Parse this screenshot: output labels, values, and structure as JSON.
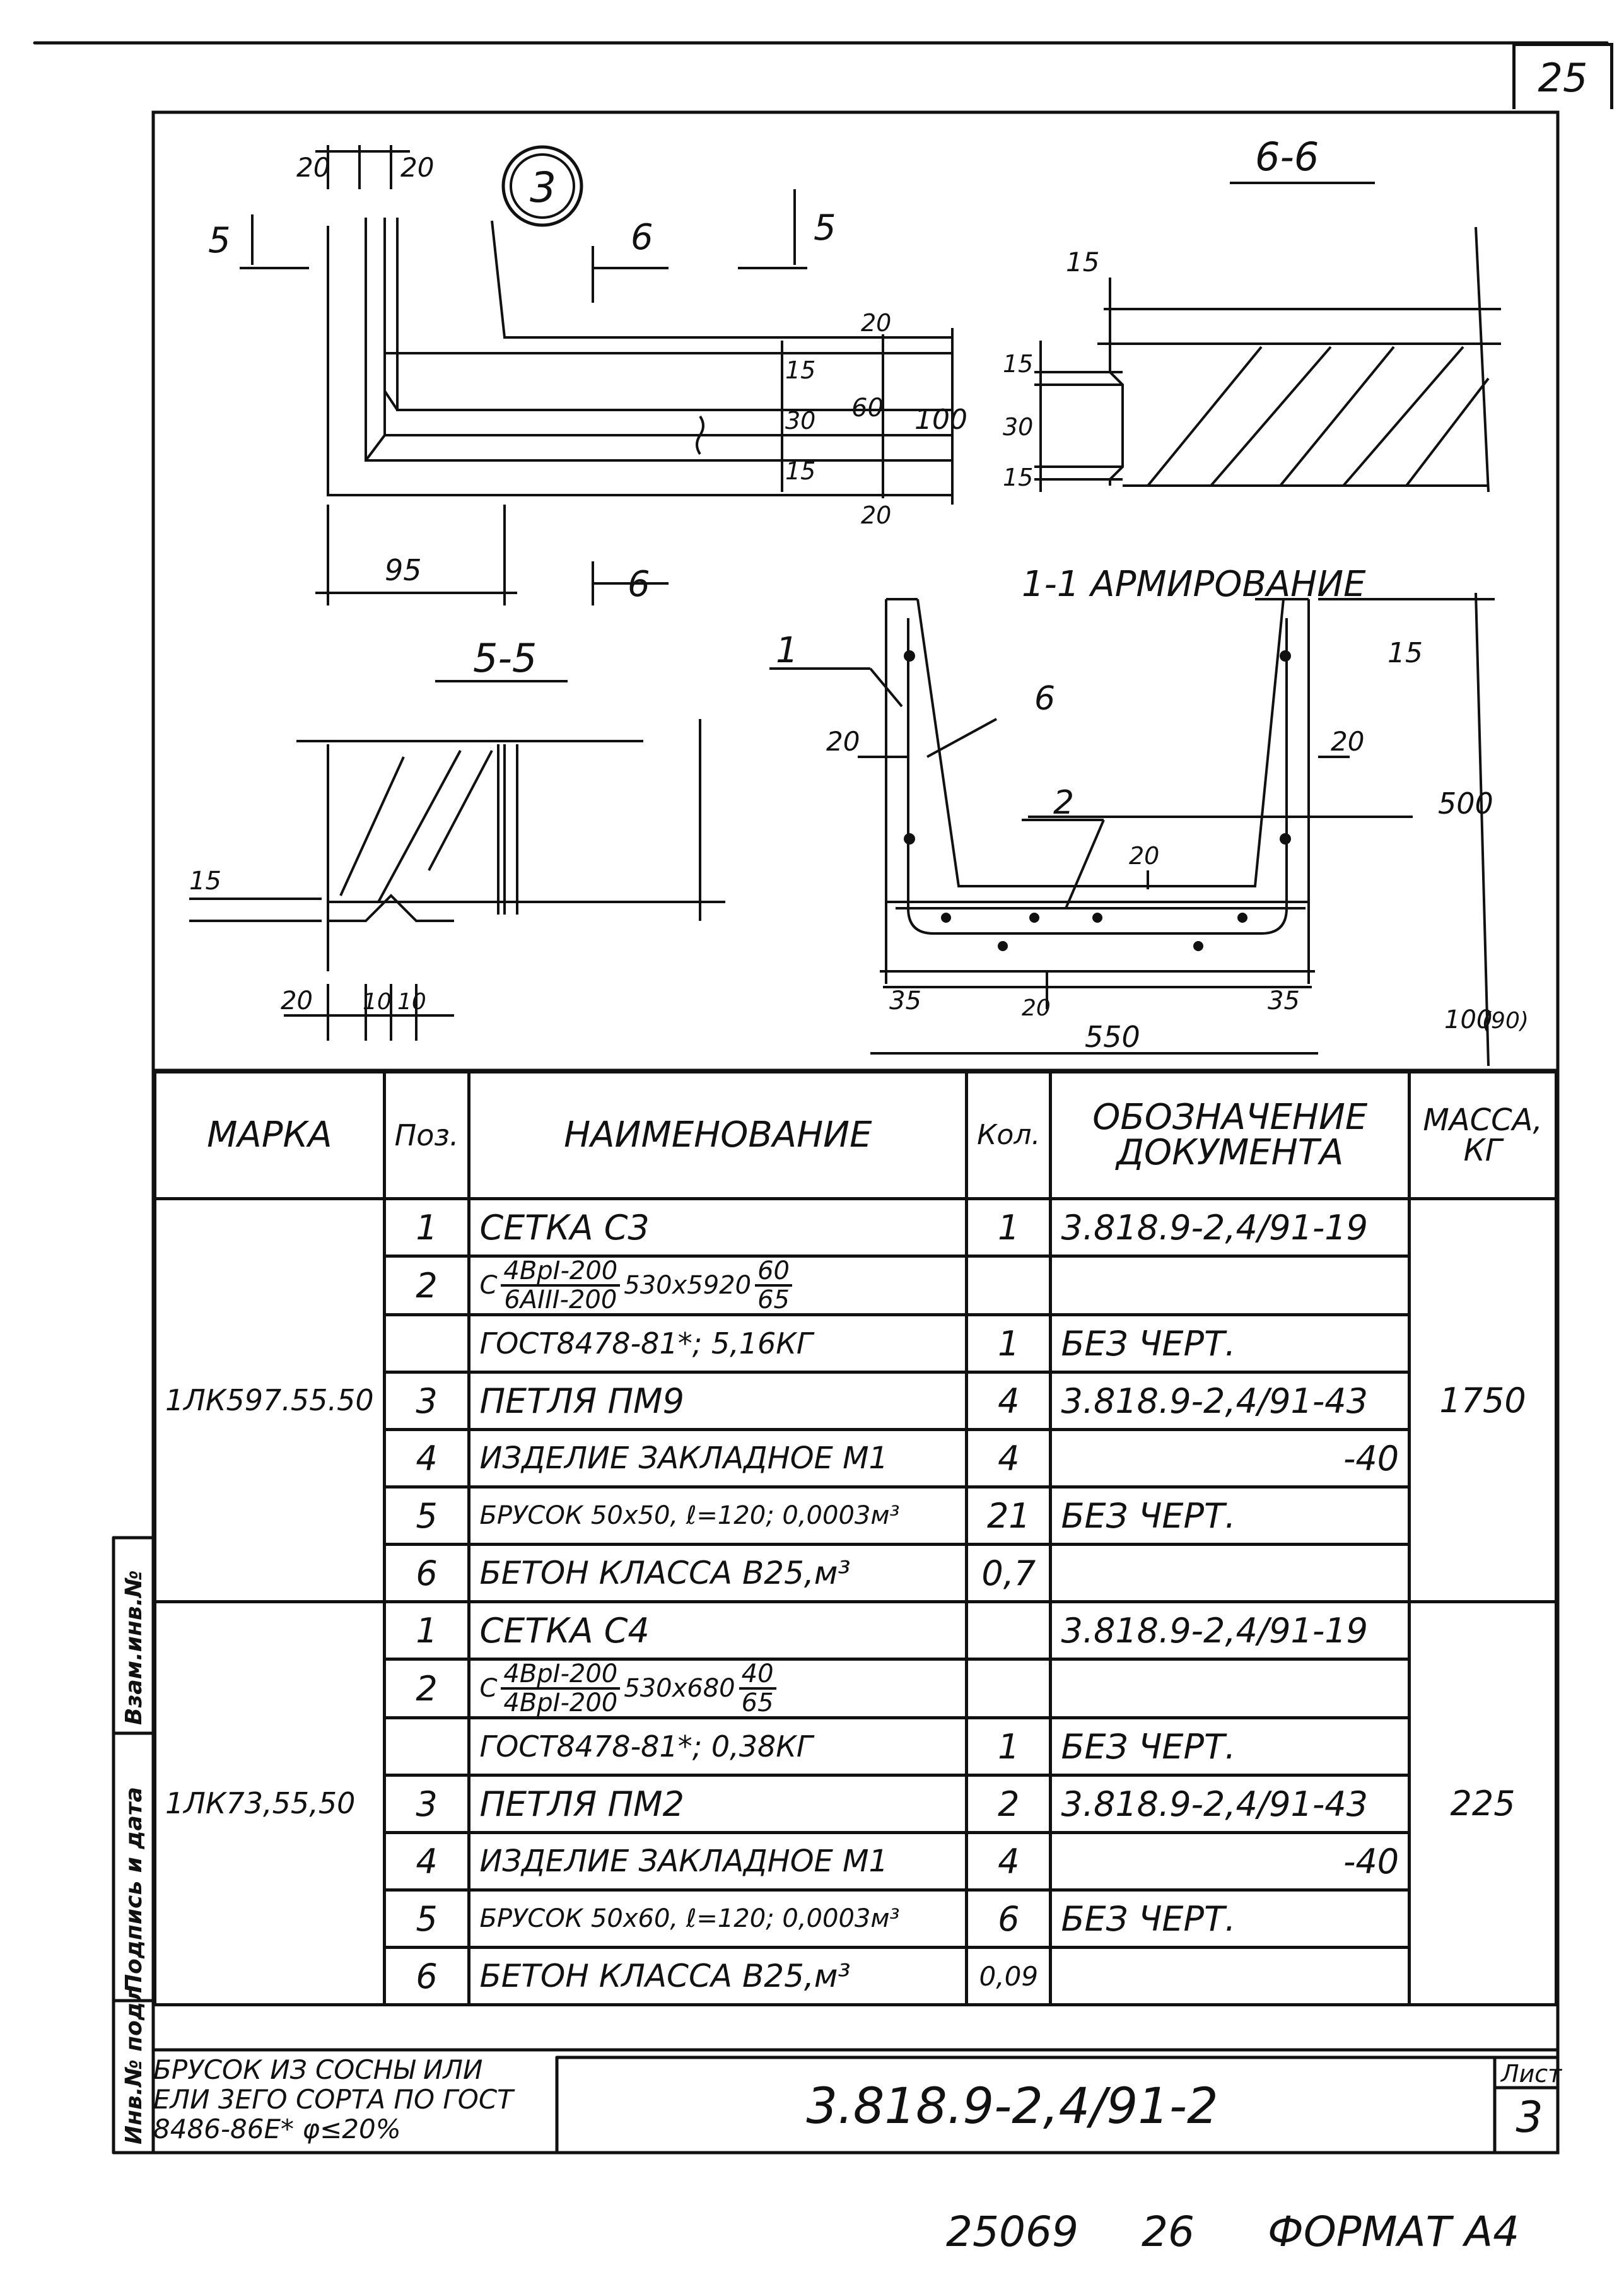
{
  "page_number": "25",
  "drawing": {
    "node_label": "3",
    "sections": {
      "s66": "6-6",
      "s11": "1-1 АРМИРОВАНИЕ",
      "s55": "5-5"
    },
    "cut_marks": {
      "five": "5",
      "six": "6"
    },
    "dims_top_left": {
      "d20a": "20",
      "d20b": "20",
      "d95": "95",
      "d20r1": "20",
      "d15r": "15",
      "d30r": "30",
      "d15r2": "15",
      "d20r2": "20",
      "d60": "60",
      "d100": "100"
    },
    "dims_66": {
      "d15top": "15",
      "d15a": "15",
      "d30": "30",
      "d15b": "15"
    },
    "dims_55": {
      "d15": "15",
      "d20": "20",
      "d10a": "10",
      "d10b": "10"
    },
    "dims_11": {
      "p1": "1",
      "p6": "6",
      "p2": "2",
      "d20l": "20",
      "d20r": "20",
      "d20m": "20",
      "d20b": "20",
      "d15": "15",
      "d500": "500",
      "d100": "100",
      "d90": "(90)",
      "d35l": "35",
      "d35r": "35",
      "d550": "550"
    }
  },
  "table": {
    "headers": {
      "mark": "МАРКА",
      "pos": "Поз.",
      "name": "НАИМЕНОВАНИЕ",
      "qty": "Кол.",
      "doc": "ОБОЗНАЧЕНИЕ ДОКУМЕНТА",
      "mass": "МАССА, КГ"
    },
    "group1": {
      "mark": "1ЛК597.55.50",
      "mass": "1750",
      "rows": [
        {
          "pos": "1",
          "name": "СЕТКА С3",
          "qty": "1",
          "doc": "3.818.9-2,4/91-19"
        },
        {
          "pos": "2",
          "name_prefix": "С",
          "frac1_num": "4ВрI-200",
          "frac1_den": "6АIII-200",
          "mid": "530х5920",
          "frac2_num": "60",
          "frac2_den": "65",
          "qty": "",
          "doc": ""
        },
        {
          "pos": "",
          "name": "ГОСТ8478-81*; 5,16КГ",
          "qty": "1",
          "doc": "БЕЗ ЧЕРТ."
        },
        {
          "pos": "3",
          "name": "ПЕТЛЯ ПМ9",
          "qty": "4",
          "doc": "3.818.9-2,4/91-43"
        },
        {
          "pos": "4",
          "name": "ИЗДЕЛИЕ ЗАКЛАДНОЕ М1",
          "qty": "4",
          "doc": "-40"
        },
        {
          "pos": "5",
          "name": "БРУСОК 50х50, ℓ=120; 0,0003м³",
          "qty": "21",
          "doc": "БЕЗ ЧЕРТ."
        },
        {
          "pos": "6",
          "name": "БЕТОН КЛАССА В25,м³",
          "qty": "0,7",
          "doc": ""
        }
      ]
    },
    "group2": {
      "mark": "1ЛК73,55,50",
      "mass": "225",
      "rows": [
        {
          "pos": "1",
          "name": "СЕТКА С4",
          "qty": "",
          "doc": "3.818.9-2,4/91-19"
        },
        {
          "pos": "2",
          "name_prefix": "С",
          "frac1_num": "4ВрI-200",
          "frac1_den": "4ВрI-200",
          "mid": "530х680",
          "frac2_num": "40",
          "frac2_den": "65",
          "qty": "",
          "doc": ""
        },
        {
          "pos": "",
          "name": "ГОСТ8478-81*; 0,38КГ",
          "qty": "1",
          "doc": "БЕЗ ЧЕРТ."
        },
        {
          "pos": "3",
          "name": "ПЕТЛЯ ПМ2",
          "qty": "2",
          "doc": "3.818.9-2,4/91-43"
        },
        {
          "pos": "4",
          "name": "ИЗДЕЛИЕ ЗАКЛАДНОЕ М1",
          "qty": "4",
          "doc": "-40"
        },
        {
          "pos": "5",
          "name": "БРУСОК 50х60, ℓ=120; 0,0003м³",
          "qty": "6",
          "doc": "БЕЗ ЧЕРТ."
        },
        {
          "pos": "6",
          "name": "БЕТОН КЛАССА В25,м³",
          "qty": "0,09",
          "doc": ""
        }
      ]
    }
  },
  "title_block": {
    "note_line1": "БРУСОК ИЗ СОСНЫ ИЛИ",
    "note_line2": "ЕЛИ 3ЕГО СОРТА ПО ГОСТ",
    "note_line3": "8486-86Е* φ≤20%",
    "code": "3.818.9-2,4/91-2",
    "sheet_label": "Лист",
    "sheet": "3"
  },
  "side_stamp": {
    "inv_orig": "Инв.№ подл",
    "sign_date": "Подпись и дата",
    "replace_inv": "Взам.инв.№"
  },
  "footer": {
    "num1": "25069",
    "num2": "26",
    "format": "ФОРМАТ А4"
  },
  "colors": {
    "ink": "#111111",
    "paper": "#ffffff"
  }
}
